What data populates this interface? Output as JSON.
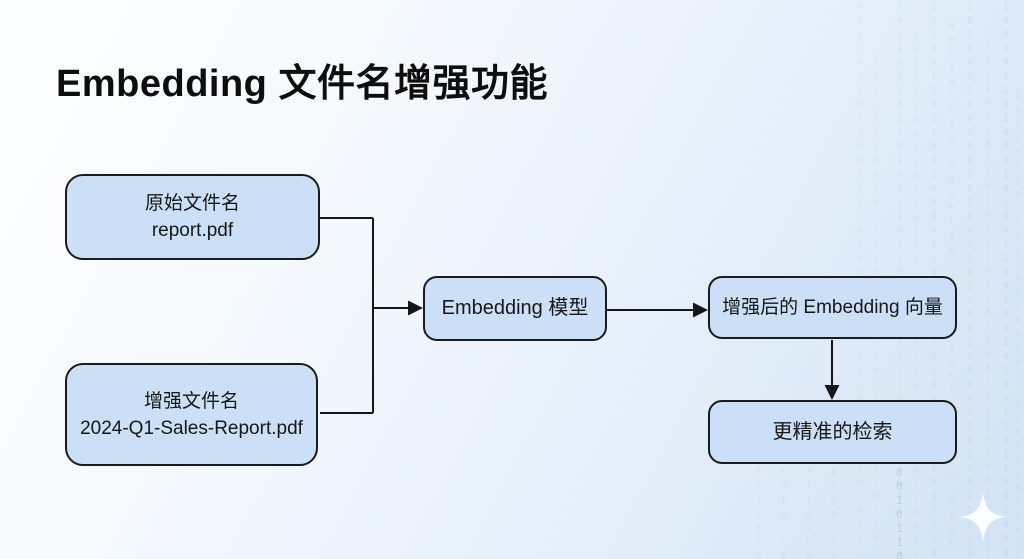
{
  "title": "Embedding 文件名增强功能",
  "colors": {
    "node_fill": "#cbe0f6",
    "node_border": "#1b1b1b",
    "arrow": "#161616",
    "title_color": "#0e0e0e",
    "background_top_left": "#fdfeff",
    "background_bottom_right": "#d3e3f4"
  },
  "nodes": {
    "original": {
      "line1": "原始文件名",
      "line2": "report.pdf"
    },
    "enhanced": {
      "line1": "增强文件名",
      "line2": "2024-Q1-Sales-Report.pdf"
    },
    "model": {
      "label": "Embedding 模型"
    },
    "vector": {
      "label": "增强后的 Embedding 向量"
    },
    "retrieval": {
      "label": "更精准的检索"
    }
  },
  "decor": {
    "sparkle_icon": "four-pointed-star",
    "sparkle_color": "#fdfeff",
    "binary_digits": "1 0 1 1 0 0 1 0 1 1 0 1 0 0 1 1 0 1",
    "binary_color": "#6f9ed6"
  }
}
